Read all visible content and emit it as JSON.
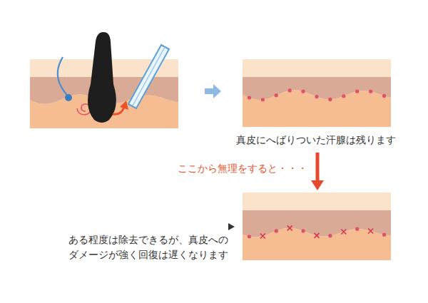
{
  "diagram": {
    "nodes": [
      {
        "text": [
          "真皮にへばりついた汗腺は残ります"
        ]
      },
      {
        "text": [
          "ある程度は除去できるが、真皮への ダメージが強く回復は遅くなります"
        ]
      }
    ],
    "edges": [
      {
        "from": 0,
        "to": 1,
        "arrow": "to",
        "label": "ここから無理をすると・・・"
      }
    ]
  }
}
